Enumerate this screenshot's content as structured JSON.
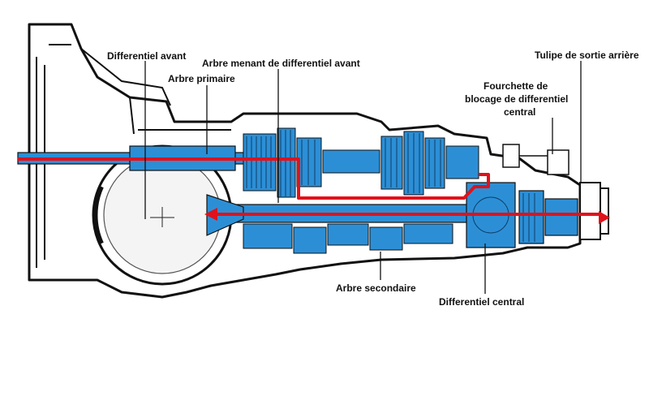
{
  "labels": {
    "differentiel_avant": "Differentiel avant",
    "arbre_menant": "Arbre menant de differentiel avant",
    "arbre_primaire": "Arbre primaire",
    "tulipe": "Tulipe de sortie arrière",
    "fourchette_l1": "Fourchette de",
    "fourchette_l2": "blocage de differentiel",
    "fourchette_l3": "central",
    "arbre_secondaire": "Arbre secondaire",
    "differentiel_central": "Differentiel central"
  },
  "colors": {
    "outline": "#111111",
    "housing_fill": "#ffffff",
    "gear_blue": "#2c8fd6",
    "gear_dark": "#1c5f9a",
    "power_flow_red": "#e0121b",
    "label_text": "#111111"
  }
}
